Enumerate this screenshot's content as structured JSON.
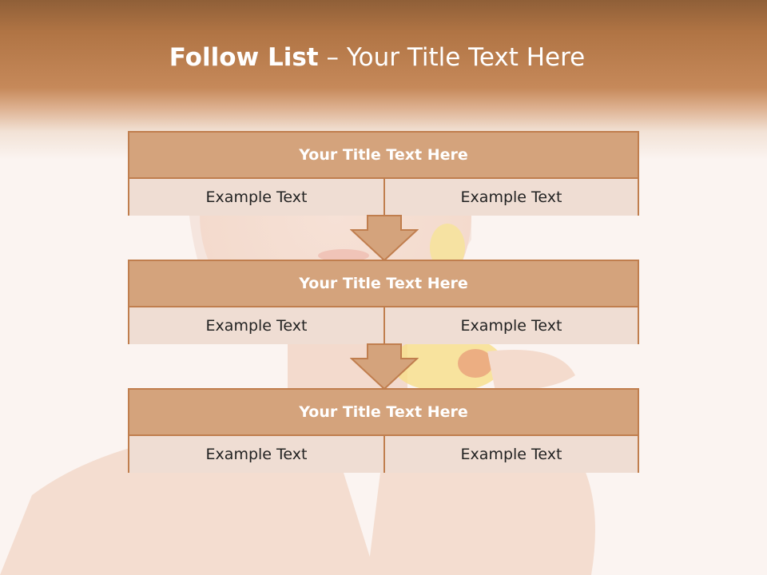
{
  "slide": {
    "title_bold": "Follow List",
    "title_rest": " – Your Title Text Here"
  },
  "boxes": [
    {
      "title": "Your Title Text Here",
      "left_text": "Example Text",
      "right_text": "Example Text"
    },
    {
      "title": "Your Title Text Here",
      "left_text": "Example Text",
      "right_text": "Example Text"
    },
    {
      "title": "Your Title Text Here",
      "left_text": "Example Text",
      "right_text": "Example Text"
    }
  ],
  "colors": {
    "header_dark": "#8f5f38",
    "header_light": "#c6895a",
    "box_title_fill": "#d4a37c",
    "box_border": "#c07e4e",
    "cell_fill": "#efddd3",
    "arrow_fill": "#d4a37c"
  }
}
